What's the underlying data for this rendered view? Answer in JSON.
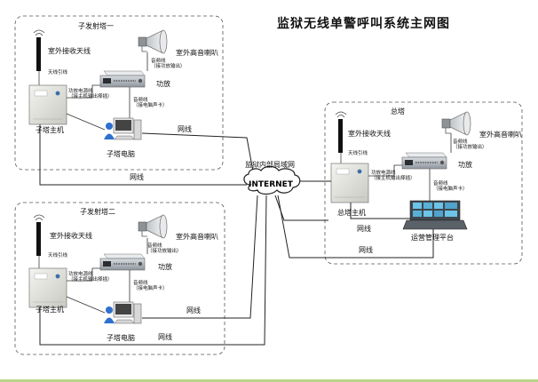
{
  "title": "监狱无线单警呼叫系统主网图",
  "tower1": {
    "name": "子发射塔一",
    "antenna": "室外接收天线",
    "feeder": "天线引线",
    "speaker": "室外高音喇叭",
    "audio_line": "音频线\n（接功放输出）",
    "amp": "功放",
    "power_line": "功放电源线\n（接主机输出择插）",
    "audio_card": "音频线\n（接电脑声卡）",
    "host": "子塔主机",
    "pc": "子塔电脑",
    "net1": "网线",
    "net2": "网线"
  },
  "tower2": {
    "name": "子发射塔二",
    "antenna": "室外接收天线",
    "feeder": "天线引线",
    "speaker": "室外高音喇叭",
    "audio_line": "音频线\n（接功放输出）",
    "amp": "功放",
    "power_line": "功放电源线\n（接主机输出择插）",
    "audio_card": "音频线\n（接电脑声卡）",
    "host": "子塔主机",
    "pc": "子塔电脑",
    "net1": "网线",
    "net2": "网线"
  },
  "main": {
    "name": "总塔",
    "antenna": "室外接收天线",
    "feeder": "天线引线",
    "speaker": "室外高音喇叭",
    "audio_line": "音频线\n（接功放输出）",
    "amp": "功放",
    "power_line": "功放电源线\n（接主机输出择插）",
    "audio_card": "音频线\n（接电脑声卡）",
    "host": "总塔主机",
    "platform": "运营管理平台",
    "net1": "网线",
    "net2": "网线"
  },
  "network": {
    "lan_label": "监狱内部局域网",
    "internet": "INTERNET",
    "net_top": "网线",
    "net_bottom": "网线"
  }
}
